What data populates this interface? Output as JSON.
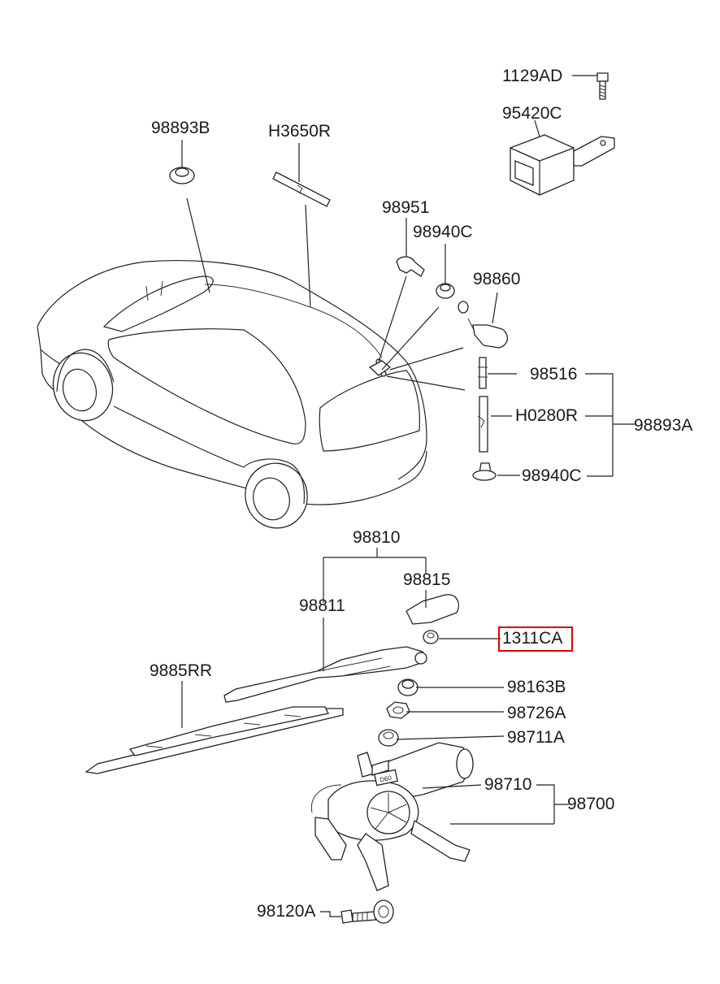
{
  "labels": {
    "p_1129AD": "1129AD",
    "p_95420C": "95420C",
    "p_98893B": "98893B",
    "p_H3650R": "H3650R",
    "p_98951": "98951",
    "p_98940C_top": "98940C",
    "p_98860": "98860",
    "p_98516": "98516",
    "p_H0280R": "H0280R",
    "p_98893A": "98893A",
    "p_98940C_bottom": "98940C",
    "p_98810": "98810",
    "p_98815": "98815",
    "p_98811": "98811",
    "p_1311CA": "1311CA",
    "p_9885RR": "9885RR",
    "p_98163B": "98163B",
    "p_98726A": "98726A",
    "p_98711A": "98711A",
    "p_98710": "98710",
    "p_98700": "98700",
    "p_98120A": "98120A",
    "motor_tag": "D60"
  },
  "highlight": {
    "part": "1311CA",
    "color": "#e00000"
  }
}
